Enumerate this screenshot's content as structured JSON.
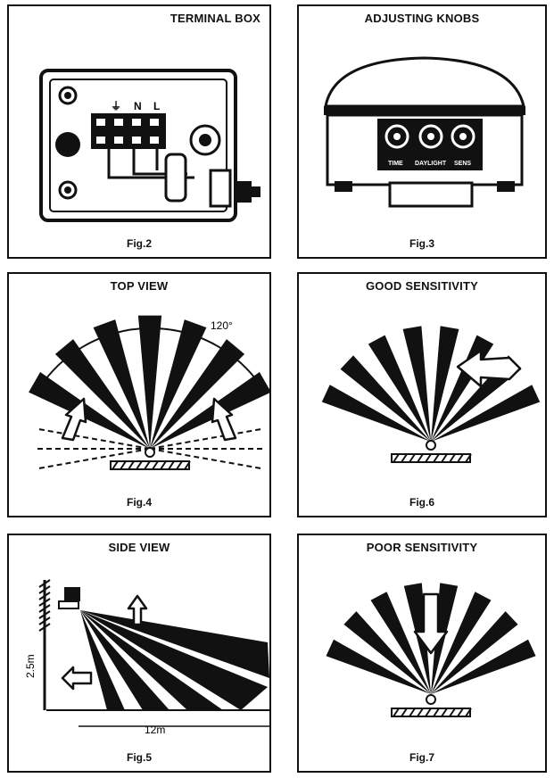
{
  "panels": {
    "fig2": {
      "title": "TERMINAL BOX",
      "caption": "Fig.2",
      "terminals": [
        "⏚",
        "N",
        "L"
      ]
    },
    "fig3": {
      "title": "ADJUSTING KNOBS",
      "caption": "Fig.3",
      "knobs": [
        "TIME",
        "DAYLIGHT",
        "SENS"
      ]
    },
    "fig4": {
      "title": "TOP VIEW",
      "caption": "Fig.4",
      "angle": "120°"
    },
    "fig6": {
      "title": "GOOD SENSITIVITY",
      "caption": "Fig.6"
    },
    "fig5": {
      "title": "SIDE VIEW",
      "caption": "Fig.5",
      "height": "2.5m",
      "range": "12m"
    },
    "fig7": {
      "title": "POOR SENSITIVITY",
      "caption": "Fig.7"
    }
  }
}
